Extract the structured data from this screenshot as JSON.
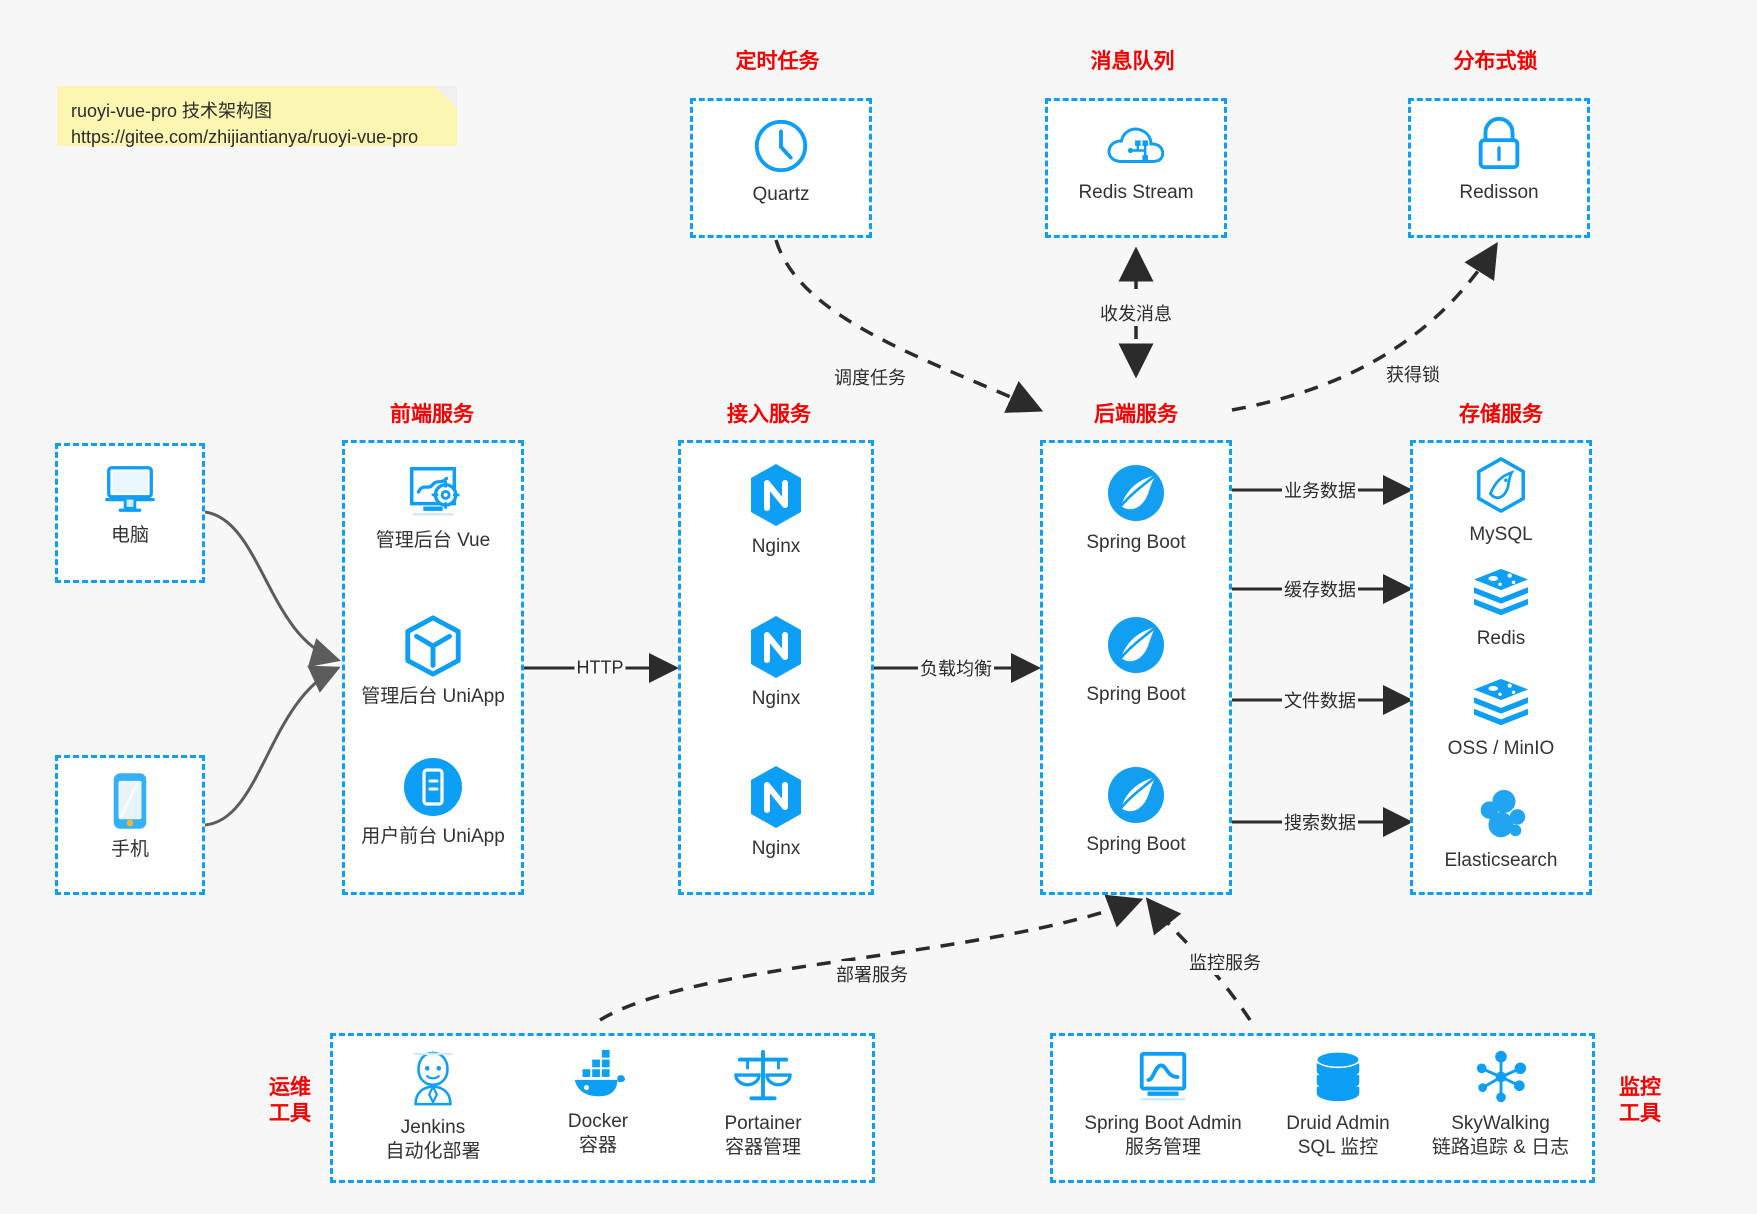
{
  "note": {
    "line1": "ruoyi-vue-pro 技术架构图",
    "line2": "https://gitee.com/zhijiantianya/ruoyi-vue-pro"
  },
  "colors": {
    "accent_blue": "#0d9ef5",
    "title_red": "#f40000",
    "background": "#f7f7f7",
    "node_text": "#333333",
    "edge_gray": "#3a3a3a"
  },
  "groups": {
    "scheduled_task": {
      "title": "定时任务",
      "items": [
        {
          "label": "Quartz",
          "icon": "clock-icon"
        }
      ]
    },
    "message_queue": {
      "title": "消息队列",
      "items": [
        {
          "label": "Redis Stream",
          "icon": "cloud-network-icon"
        }
      ]
    },
    "distributed_lock": {
      "title": "分布式锁",
      "items": [
        {
          "label": "Redisson",
          "icon": "padlock-icon"
        }
      ]
    },
    "clients": {
      "items": [
        {
          "label": "电脑",
          "icon": "desktop-monitor-icon"
        },
        {
          "label": "手机",
          "icon": "mobile-phone-icon"
        }
      ]
    },
    "frontend": {
      "title": "前端服务",
      "items": [
        {
          "label": "管理后台 Vue",
          "icon": "dashboard-gear-icon"
        },
        {
          "label": "管理后台 UniApp",
          "icon": "hexagon-cube-icon"
        },
        {
          "label": "用户前台 UniApp",
          "icon": "app-circle-icon"
        }
      ]
    },
    "gateway": {
      "title": "接入服务",
      "items": [
        {
          "label": "Nginx",
          "icon": "nginx-icon"
        },
        {
          "label": "Nginx",
          "icon": "nginx-icon"
        },
        {
          "label": "Nginx",
          "icon": "nginx-icon"
        }
      ]
    },
    "backend": {
      "title": "后端服务",
      "items": [
        {
          "label": "Spring Boot",
          "icon": "spring-leaf-icon"
        },
        {
          "label": "Spring Boot",
          "icon": "spring-leaf-icon"
        },
        {
          "label": "Spring Boot",
          "icon": "spring-leaf-icon"
        }
      ]
    },
    "storage": {
      "title": "存储服务",
      "items": [
        {
          "label": "MySQL",
          "icon": "mysql-dolphin-icon"
        },
        {
          "label": "Redis",
          "icon": "redis-stack-icon"
        },
        {
          "label": "OSS / MinIO",
          "icon": "redis-stack-icon"
        },
        {
          "label": "Elasticsearch",
          "icon": "elasticsearch-icon"
        }
      ]
    },
    "devops": {
      "title": "运维\n工具",
      "title_line1": "运维",
      "title_line2": "工具",
      "items": [
        {
          "label": "Jenkins",
          "sublabel": "自动化部署",
          "icon": "jenkins-butler-icon"
        },
        {
          "label": "Docker",
          "sublabel": "容器",
          "icon": "docker-whale-icon"
        },
        {
          "label": "Portainer",
          "sublabel": "容器管理",
          "icon": "scales-balance-icon"
        }
      ]
    },
    "monitoring": {
      "title_line1": "监控",
      "title_line2": "工具",
      "items": [
        {
          "label": "Spring Boot Admin",
          "sublabel": "服务管理",
          "icon": "monitor-chart-icon"
        },
        {
          "label": "Druid Admin",
          "sublabel": "SQL 监控",
          "icon": "database-cylinder-icon"
        },
        {
          "label": "SkyWalking",
          "sublabel": "链路追踪 & 日志",
          "icon": "node-graph-icon"
        }
      ]
    }
  },
  "edges": [
    {
      "label": "调度任务",
      "from": "scheduled_task",
      "to": "backend",
      "style": "dashed"
    },
    {
      "label": "收发消息",
      "from": "message_queue",
      "to": "backend",
      "style": "dashed-bidirectional"
    },
    {
      "label": "获得锁",
      "from": "backend",
      "to": "distributed_lock",
      "style": "dashed"
    },
    {
      "label": "HTTP",
      "from": "frontend",
      "to": "gateway",
      "style": "solid"
    },
    {
      "label": "负载均衡",
      "from": "gateway",
      "to": "backend",
      "style": "solid"
    },
    {
      "label": "业务数据",
      "from": "backend",
      "to": "mysql",
      "style": "solid"
    },
    {
      "label": "缓存数据",
      "from": "backend",
      "to": "redis",
      "style": "solid"
    },
    {
      "label": "文件数据",
      "from": "backend",
      "to": "oss",
      "style": "solid"
    },
    {
      "label": "搜索数据",
      "from": "backend",
      "to": "elasticsearch",
      "style": "solid"
    },
    {
      "label": "部署服务",
      "from": "devops",
      "to": "backend",
      "style": "dashed"
    },
    {
      "label": "监控服务",
      "from": "monitoring",
      "to": "backend",
      "style": "dashed"
    }
  ]
}
